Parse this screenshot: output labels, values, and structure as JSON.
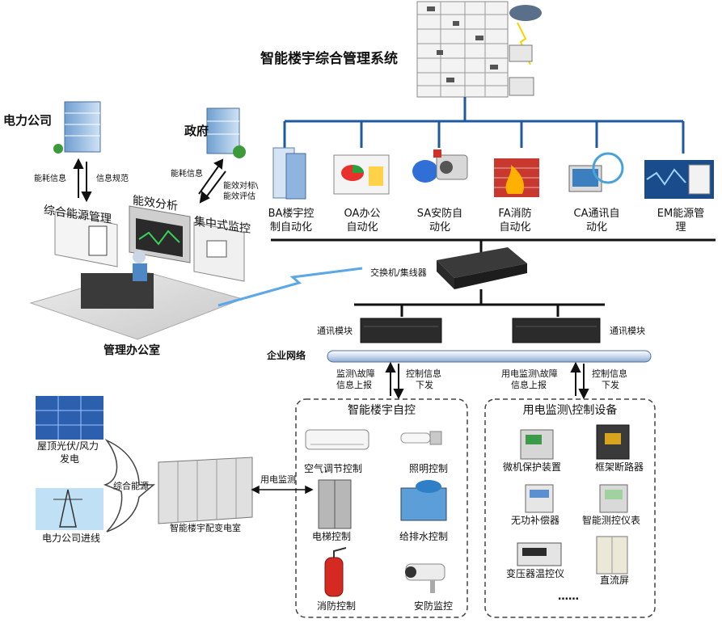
{
  "title": "智能楼宇综合管理系统",
  "left_top": {
    "power_company": "电力公司",
    "gov": "政府",
    "energy_info_1": "能耗信息",
    "info_spec": "信息规范",
    "energy_info_2": "能耗信息",
    "benchmark_line1": "能效对标\\",
    "benchmark_line2": "能效评估",
    "energy_mgmt": "综合能源管理",
    "efficiency": "能效分析",
    "monitor": "集中式监控",
    "office": "管理办公室"
  },
  "subsystems": [
    {
      "line1": "BA楼宇控",
      "line2": "制自动化"
    },
    {
      "line1": "OA办公",
      "line2": "自动化"
    },
    {
      "line1": "SA安防自",
      "line2": "动化"
    },
    {
      "line1": "FA消防",
      "line2": "自动化"
    },
    {
      "line1": "CA通讯自",
      "line2": "动化"
    },
    {
      "line1": "EM能源管",
      "line2": "理"
    }
  ],
  "network": {
    "switch": "交换机/集线器",
    "comm_left": "通讯模块",
    "comm_right": "通讯模块",
    "enterprise": "企业网络",
    "up_left_1": "监测\\故障",
    "up_left_2": "信息上报",
    "down_left_1": "控制信息",
    "down_left_2": "下发",
    "up_right_1": "用电监测\\故障",
    "up_right_2": "信息上报",
    "down_right_1": "控制信息",
    "down_right_2": "下发"
  },
  "bottom_left": {
    "solar_line1": "屋顶光伏/风力",
    "solar_line2": "发电",
    "grid": "电力公司进线",
    "combined": "综合能源",
    "substation": "智能楼宇配变电室",
    "power_monitor": "用电监测"
  },
  "auto_control": {
    "title": "智能楼宇自控",
    "items": [
      "空气调节控制",
      "照明控制",
      "电梯控制",
      "给排水控制",
      "消防控制",
      "安防监控"
    ]
  },
  "devices": {
    "title": "用电监测\\控制设备",
    "items": [
      "微机保护装置",
      "框架断路器",
      "无功补偿器",
      "智能测控仪表",
      "变压器温控仪",
      "直流屏"
    ],
    "more": "……"
  },
  "colors": {
    "bus": "#1f5aa0",
    "line": "#111111",
    "dash": "#444444"
  }
}
